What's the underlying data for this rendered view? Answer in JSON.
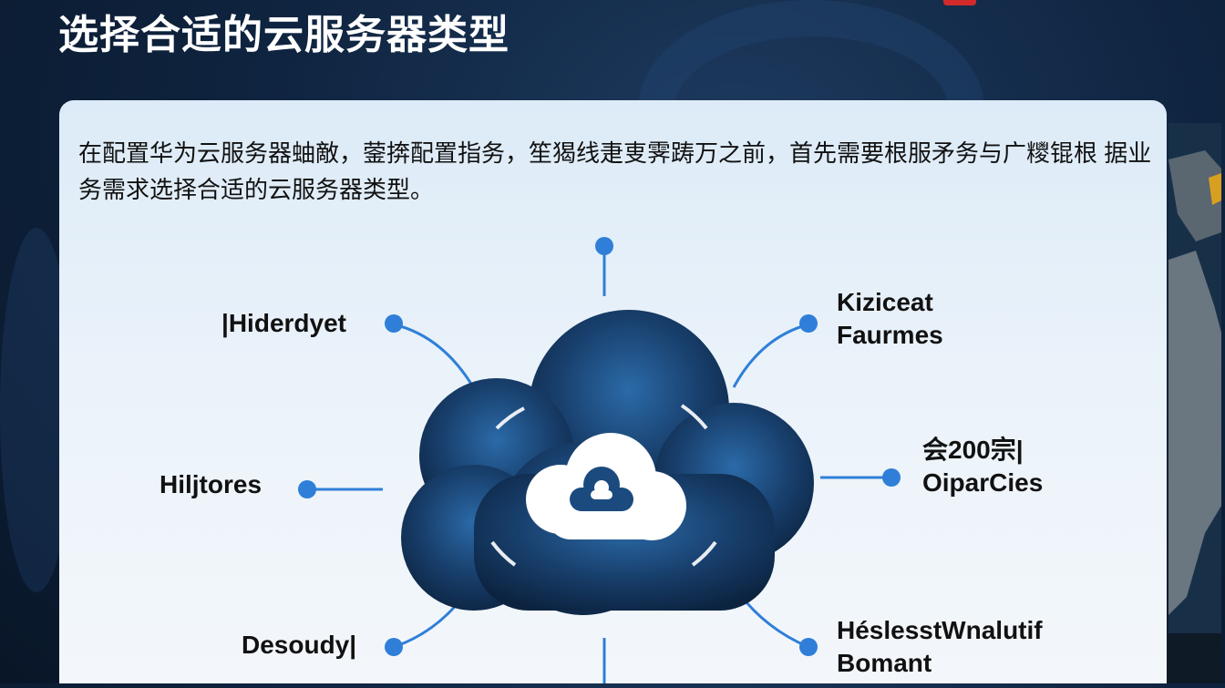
{
  "title": "选择合适的云服务器类型",
  "intro": "在配置华为云服务器蚰敵，蓥捹配置指务，笙猲线疌叓霁踌万之前，首先需要根服矛务与广糭锟根 据业务需求选择合适的云服务器类型。",
  "diagram": {
    "center_icon": "cloud-icon",
    "nodes": [
      {
        "lines": [
          "|Hiderdyet"
        ]
      },
      {
        "lines": [
          "Hiljtores"
        ]
      },
      {
        "lines": [
          "Desoudy|"
        ]
      },
      {
        "lines": [
          "Kiziceat",
          "Faurmes"
        ]
      },
      {
        "lines": [
          "会200宗|",
          "OiparCies"
        ]
      },
      {
        "lines": [
          "HéslesstWnalutif",
          "Bomant"
        ]
      }
    ],
    "accent_color": "#2f7fd8"
  },
  "colors": {
    "background": "#0f2440",
    "card": "#e6f0f9",
    "cloud": "#1b4b7e"
  }
}
